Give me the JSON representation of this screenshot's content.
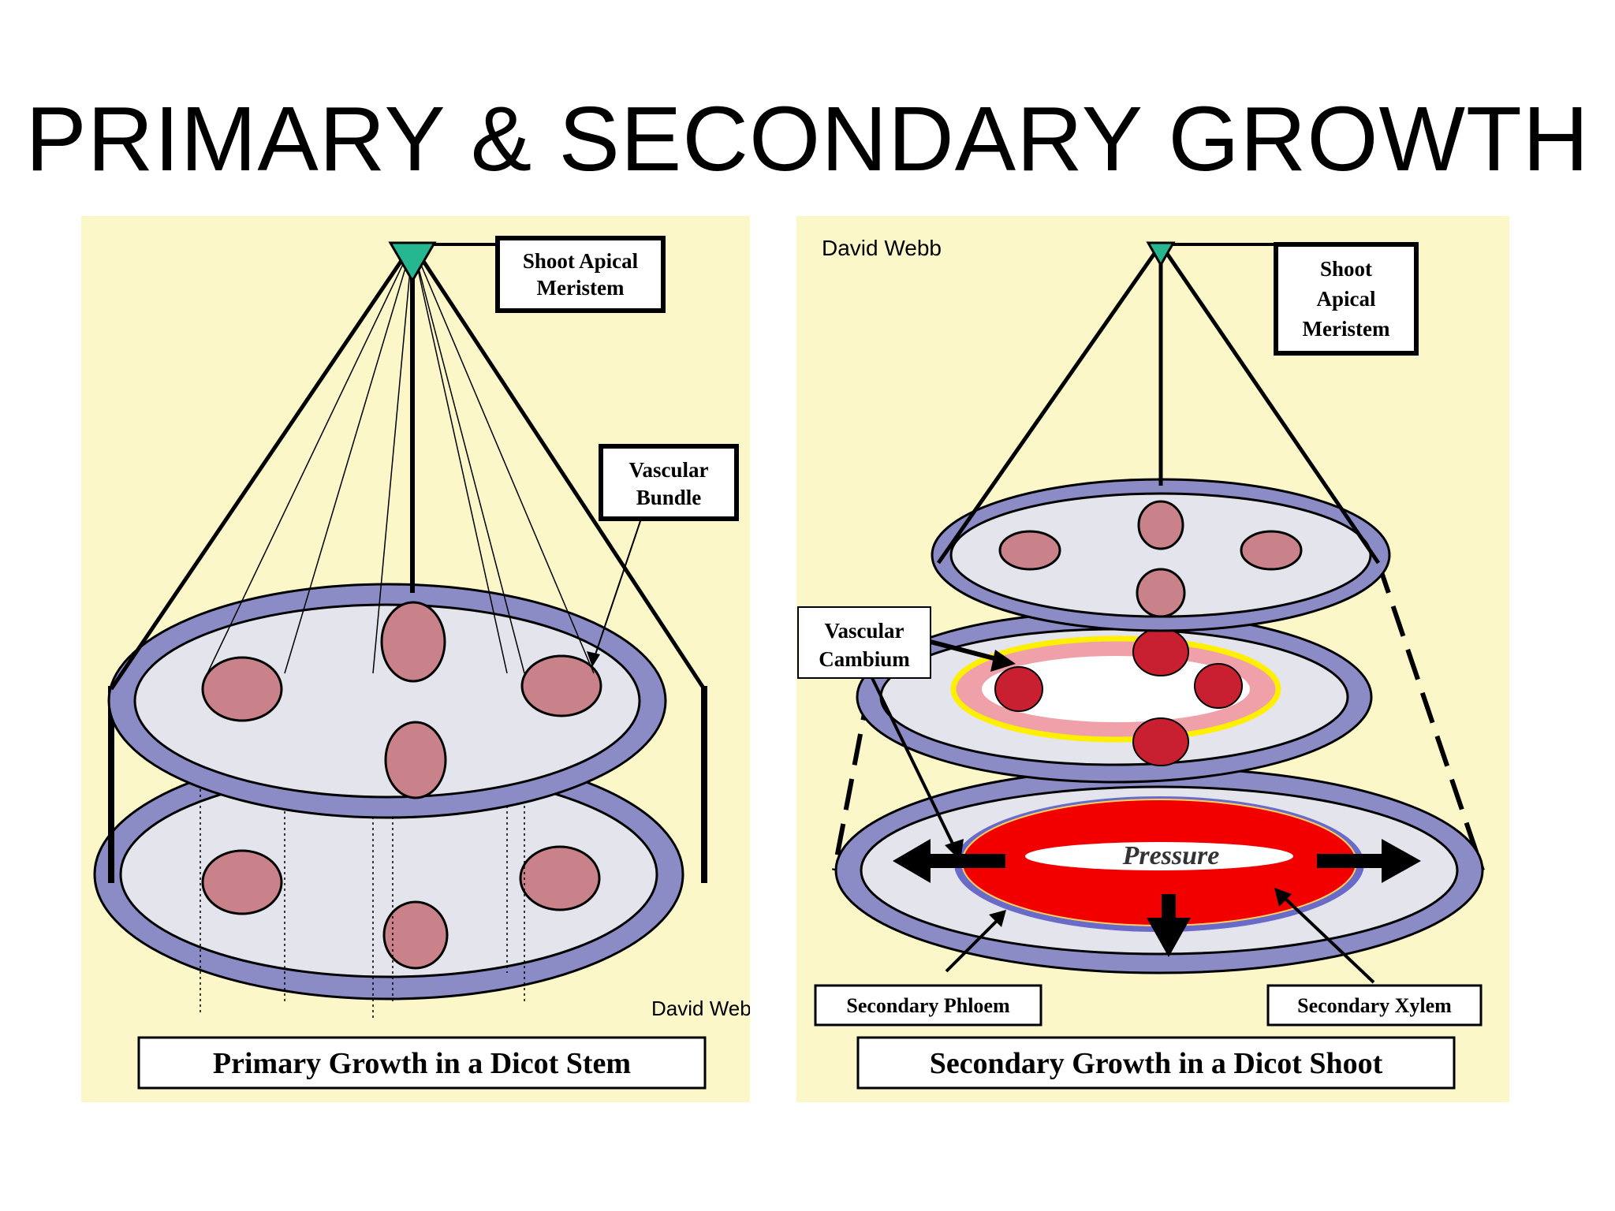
{
  "slide": {
    "title": "PRIMARY & SECONDARY GROWTH"
  },
  "left_panel": {
    "label_meristem": [
      "Shoot Apical",
      "Meristem"
    ],
    "label_bundle": [
      "Vascular",
      "Bundle"
    ],
    "author": "David Webb",
    "caption": "Primary Growth in a Dicot Stem"
  },
  "right_panel": {
    "author": "David Webb",
    "label_meristem": [
      "Shoot",
      "Apical",
      "Meristem"
    ],
    "label_cambium": [
      "Vascular",
      "Cambium"
    ],
    "pressure": "Pressure",
    "label_phloem": "Secondary Phloem",
    "label_xylem": "Secondary Xylem",
    "caption": "Secondary Growth in a Dicot Shoot"
  },
  "colors": {
    "panel_bg": "#fbf7c9",
    "ring": "#8b8cc6",
    "disc": "#e4e4ec",
    "bundle": "#c98289",
    "meristem": "#25b78f",
    "xylem_red": "#f20000",
    "cambium_yellow": "#ffef00"
  }
}
